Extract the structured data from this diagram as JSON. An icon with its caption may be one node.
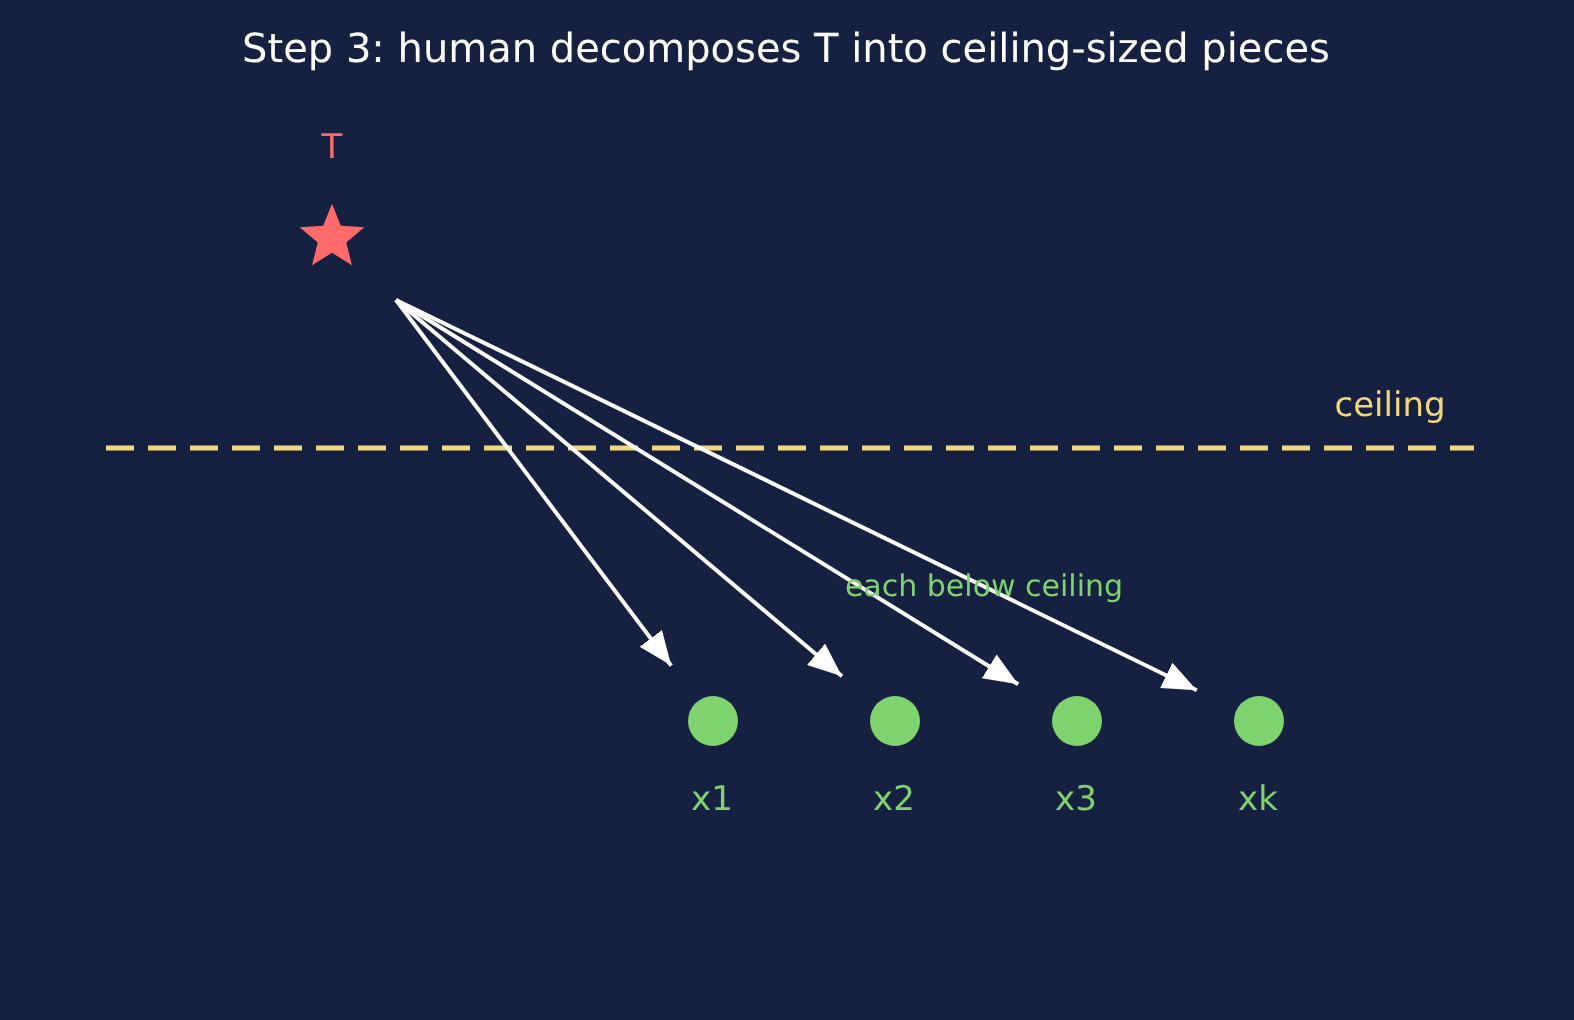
{
  "diagram": {
    "title": "Step 3: human decomposes T into ceiling-sized pieces",
    "nodes": [
      {
        "text": [],
        "shape": "star",
        "beside": [
          "T"
        ]
      },
      {
        "text": [],
        "shape": "circle",
        "beside": [
          "x1"
        ]
      },
      {
        "text": [],
        "shape": "circle",
        "beside": [
          "x2"
        ]
      },
      {
        "text": [],
        "shape": "circle",
        "beside": [
          "x3"
        ]
      },
      {
        "text": [],
        "shape": "circle",
        "beside": [
          "xk"
        ]
      }
    ],
    "edges": [
      {
        "from": 0,
        "to": 1,
        "arrow": "to"
      },
      {
        "from": 0,
        "to": 2,
        "arrow": "to"
      },
      {
        "from": 0,
        "to": 3,
        "arrow": "to"
      },
      {
        "from": 0,
        "to": 4,
        "arrow": "to"
      }
    ],
    "labels": [
      "ceiling",
      "each below ceiling"
    ]
  }
}
